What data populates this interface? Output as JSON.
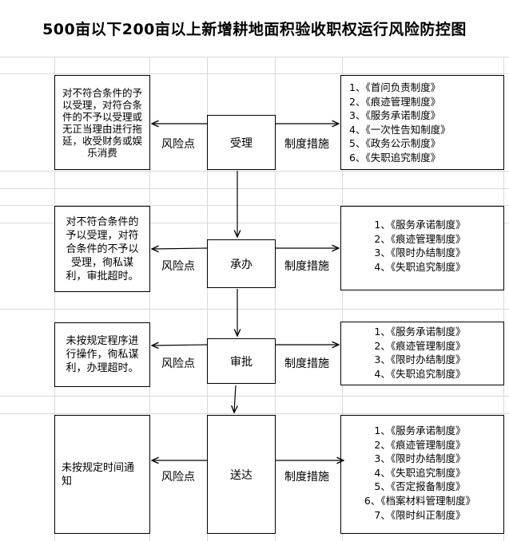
{
  "title": "500亩以下200亩以上新增耕地面积验收职权运行风险防控图",
  "labels": {
    "risk": "风险点",
    "measure": "制度措施"
  },
  "rows": [
    {
      "stage": "受理",
      "risk": "对不符合条件的予以受理，对符合条件的不予以受理或无正当理由进行拖延，收受财务或娱乐消费",
      "measures": [
        "1、《首问负责制度》",
        "2、《痕迹管理制度》",
        "3、《服务承诺制度》",
        "4、《一次性告知制度》",
        "5、《政务公示制度》",
        "6、《失职追究制度》"
      ]
    },
    {
      "stage": "承办",
      "risk": "对不符合条件的予以受理，对符合条件的不予以受理，徇私谋利，审批超时。",
      "measures": [
        "1、《服务承诺制度》",
        "2、《痕迹管理制度》",
        "3、《限时办结制度》",
        "4、《失职追究制度》"
      ]
    },
    {
      "stage": "审批",
      "risk": "未按规定程序进行操作，徇私谋利，办理超时。",
      "measures": [
        "1、《服务承诺制度》",
        "2、《痕迹管理制度》",
        "3、《限时办结制度》",
        "4、《失职追究制度》"
      ]
    },
    {
      "stage": "送达",
      "risk": "未按规定时间通知",
      "measures": [
        "1、《服务承诺制度》",
        "2、《痕迹管理制度》",
        "3、《限时办结制度》",
        "4、《失职追究制度》",
        "5、《否定报备制度》",
        "6、《档案材料管理制度》",
        "7、《限时纠正制度》"
      ]
    }
  ]
}
